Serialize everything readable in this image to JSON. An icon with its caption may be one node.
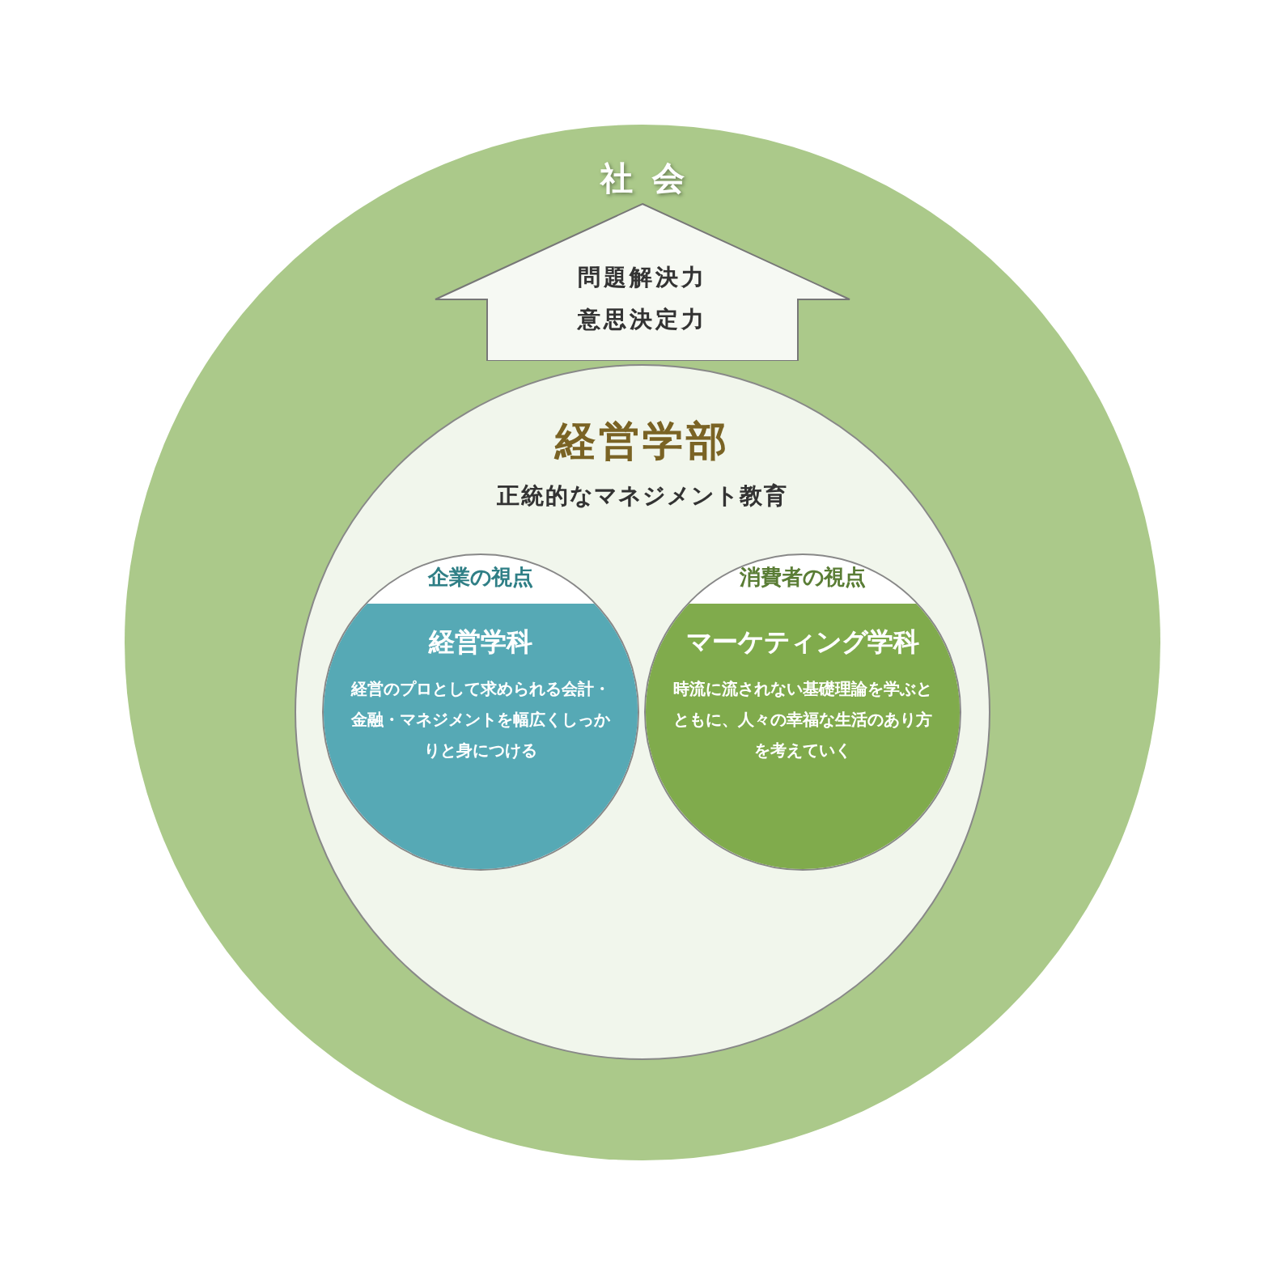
{
  "diagram": {
    "nodes": [
      {
        "text": [
          "社会"
        ]
      },
      {
        "text": [
          "問題解決力",
          "意思決定力"
        ],
        "in": 0
      },
      {
        "text": [
          "経営学部",
          "正統的なマネジメント教育"
        ],
        "in": 0
      },
      {
        "text": [
          "企業の視点",
          "経営学科",
          "経営のプロとして求められる会計・金融・マネジメントを幅広くしっかりと身につける"
        ],
        "in": 2
      },
      {
        "text": [
          "消費者の視点",
          "マーケティング学科",
          "時流に流されない基礎理論を学ぶとともに、人々の幸福な生活のあり方を考えていく"
        ],
        "in": 2
      }
    ]
  }
}
